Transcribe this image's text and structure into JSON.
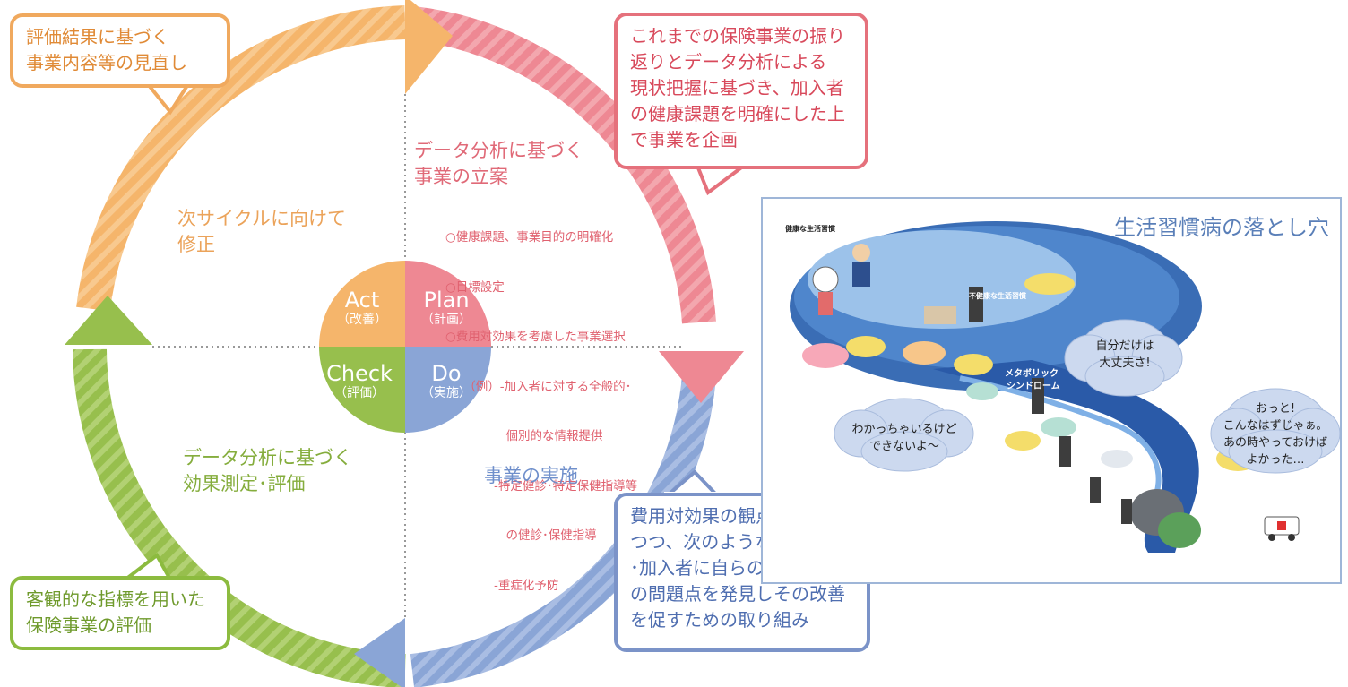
{
  "cycle": {
    "plan_title_line1": "データ分析に基づく",
    "plan_title_line2": "事業の立案",
    "plan_items": [
      "○健康課題、事業目的の明確化",
      "○目標設定",
      "○費用対効果を考慮した事業選択",
      "　　（例）-加入者に対する全般的･",
      "　　　　　個別的な情報提供",
      "　　　　-特定健診･特定保健指導等",
      "　　　　　の健診･保健指導",
      "　　　　-重症化予防"
    ],
    "act_label_line1": "次サイクルに向けて",
    "act_label_line2": "修正",
    "check_label_line1": "データ分析に基づく",
    "check_label_line2": "効果測定･評価",
    "do_label": "事業の実施",
    "center": {
      "act_en": "Act",
      "act_jp": "（改善）",
      "plan_en": "Plan",
      "plan_jp": "（計画）",
      "check_en": "Check",
      "check_jp": "（評価）",
      "do_en": "Do",
      "do_jp": "（実施）"
    }
  },
  "callouts": {
    "top_left": [
      "評価結果に基づく",
      "事業内容等の見直し"
    ],
    "top_right": [
      "これまでの保険事業の振り",
      "返りとデータ分析による",
      "現状把握に基づき、加入者",
      "の健康課題を明確にした上",
      "で事業を企画"
    ],
    "bottom_left": [
      "客観的な指標を用いた",
      "保険事業の評価"
    ],
    "bottom_right": [
      "費用対効果の観点も考慮し",
      "つつ、次のような取組を実施",
      "･加入者に自らの生活習慣等",
      "の問題点を発見しその改善",
      "を促すための取り組み"
    ]
  },
  "illustration": {
    "title": "生活習慣病の落とし穴",
    "bubble_left": [
      "わかっちゃいるけど",
      "できないよ～"
    ],
    "bubble_mid": [
      "自分だけは",
      "大丈夫さ!"
    ],
    "bubble_right": [
      "おっと!",
      "こんなはずじゃぁ。",
      "あの時やっておけば",
      "よかった…"
    ],
    "tiny_labels": {
      "healthy": "健康な生活習慣",
      "unhealthy": "不健康な生活習慣",
      "metabolic_1": "メタボリック",
      "metabolic_2": "シンドローム"
    }
  },
  "colors": {
    "plan": "#ee8893",
    "do": "#8aa5d6",
    "check": "#97bf4d",
    "act": "#f5b56b"
  }
}
